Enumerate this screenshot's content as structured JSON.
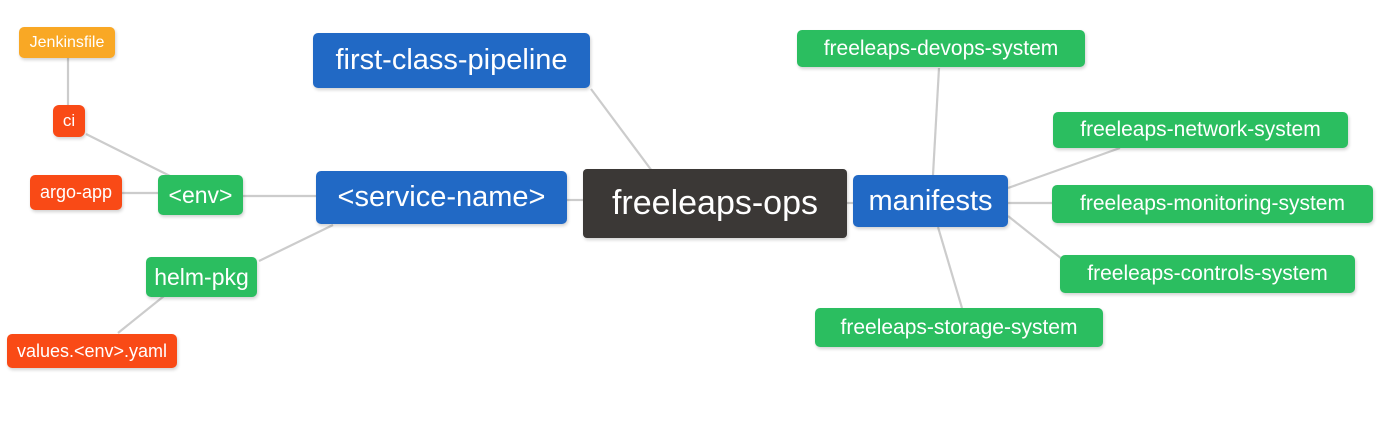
{
  "diagram": {
    "title": "freeleaps-ops mind map",
    "palette": {
      "blue": "#2169C5",
      "green": "#2BBE60",
      "red": "#F94A16",
      "orange": "#F9A825",
      "dark": "#3B3836",
      "edge": "#CCCCCC",
      "background": "#FFFFFF",
      "node_text": "#FFFFFF"
    },
    "nodes": [
      {
        "id": "freeleaps-ops",
        "label": "freeleaps-ops",
        "color": "#3B3836"
      },
      {
        "id": "first-class-pipeline",
        "label": "first-class-pipeline",
        "color": "#2169C5"
      },
      {
        "id": "service-name",
        "label": "<service-name>",
        "color": "#2169C5"
      },
      {
        "id": "env",
        "label": "<env>",
        "color": "#2BBE60"
      },
      {
        "id": "ci",
        "label": "ci",
        "color": "#F94A16"
      },
      {
        "id": "jenkinsfile",
        "label": "Jenkinsfile",
        "color": "#F9A825"
      },
      {
        "id": "argo-app",
        "label": "argo-app",
        "color": "#F94A16"
      },
      {
        "id": "helm-pkg",
        "label": "helm-pkg",
        "color": "#2BBE60"
      },
      {
        "id": "values-env-yaml",
        "label": "values.<env>.yaml",
        "color": "#F94A16"
      },
      {
        "id": "manifests",
        "label": "manifests",
        "color": "#2169C5"
      },
      {
        "id": "freeleaps-devops-system",
        "label": "freeleaps-devops-system",
        "color": "#2BBE60"
      },
      {
        "id": "freeleaps-network-system",
        "label": "freeleaps-network-system",
        "color": "#2BBE60"
      },
      {
        "id": "freeleaps-monitoring-system",
        "label": "freeleaps-monitoring-system",
        "color": "#2BBE60"
      },
      {
        "id": "freeleaps-controls-system",
        "label": "freeleaps-controls-system",
        "color": "#2BBE60"
      },
      {
        "id": "freeleaps-storage-system",
        "label": "freeleaps-storage-system",
        "color": "#2BBE60"
      }
    ],
    "edges": [
      {
        "from": "jenkinsfile",
        "to": "ci"
      },
      {
        "from": "ci",
        "to": "env"
      },
      {
        "from": "argo-app",
        "to": "env"
      },
      {
        "from": "env",
        "to": "service-name"
      },
      {
        "from": "helm-pkg",
        "to": "service-name"
      },
      {
        "from": "values-env-yaml",
        "to": "helm-pkg"
      },
      {
        "from": "service-name",
        "to": "freeleaps-ops"
      },
      {
        "from": "first-class-pipeline",
        "to": "freeleaps-ops"
      },
      {
        "from": "freeleaps-ops",
        "to": "manifests"
      },
      {
        "from": "manifests",
        "to": "freeleaps-devops-system"
      },
      {
        "from": "manifests",
        "to": "freeleaps-network-system"
      },
      {
        "from": "manifests",
        "to": "freeleaps-monitoring-system"
      },
      {
        "from": "manifests",
        "to": "freeleaps-controls-system"
      },
      {
        "from": "manifests",
        "to": "freeleaps-storage-system"
      }
    ]
  }
}
